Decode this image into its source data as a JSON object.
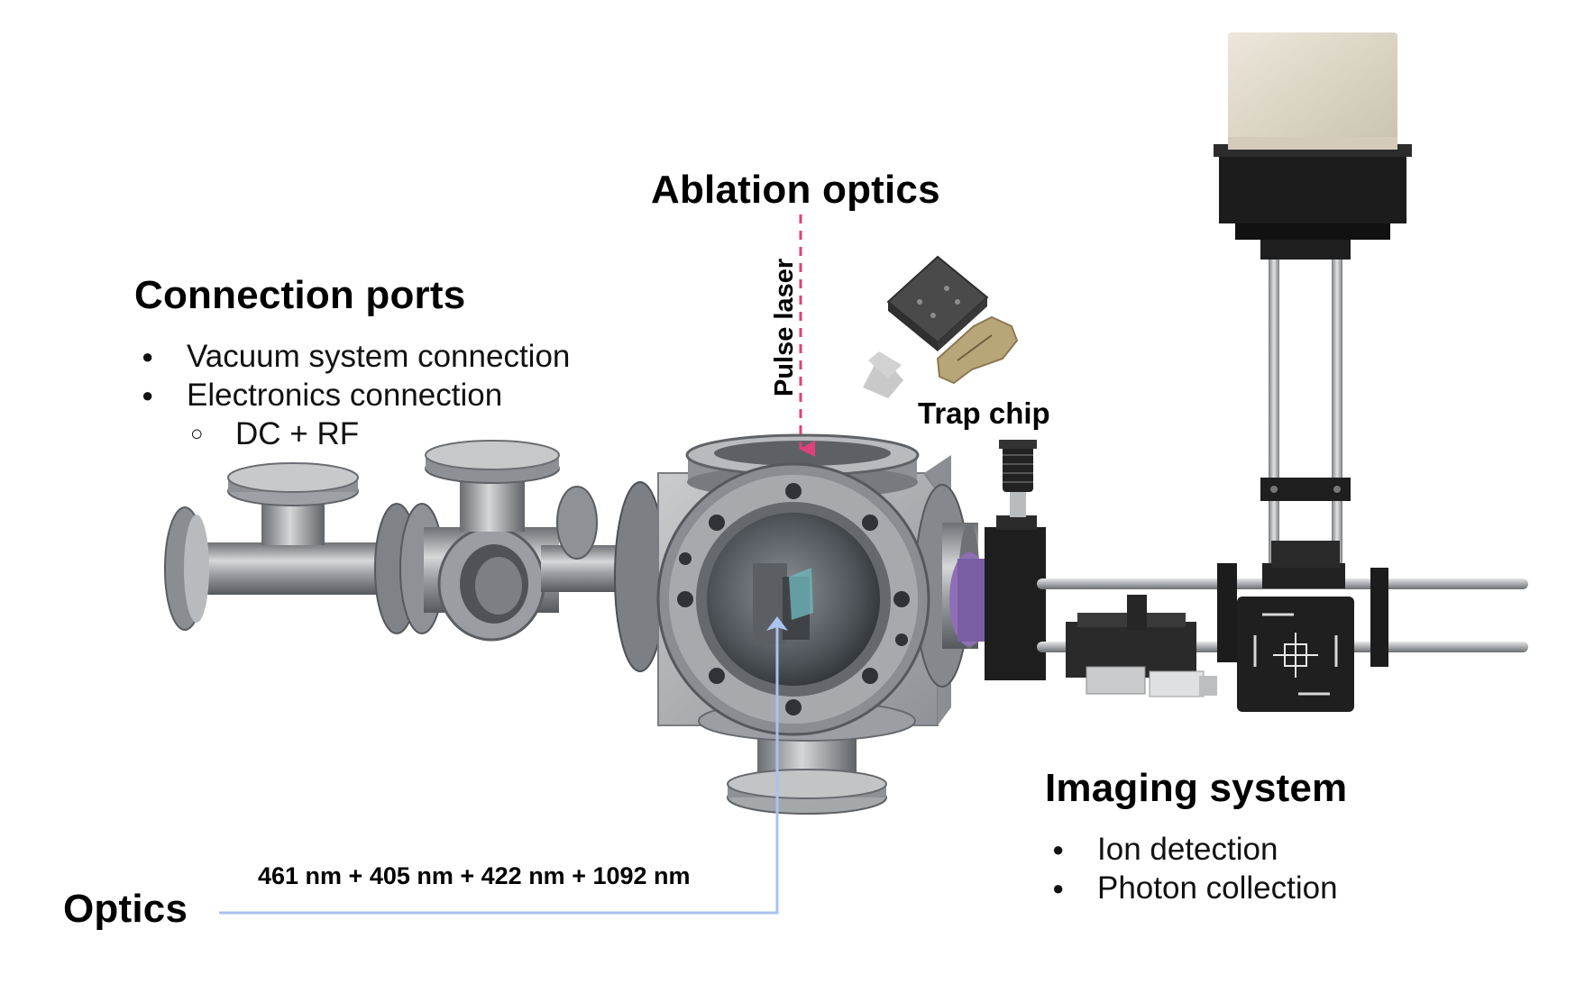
{
  "colors": {
    "pulse_laser_line": "#e0407a",
    "optics_line": "#a9c3ee",
    "chamber_steel": "#a4a7ab",
    "chamber_dark": "#4d5054",
    "camera_body": "#1c1c1c",
    "camera_top": "#ddd7c8",
    "chip_plate": "#4a4a4a",
    "chip_gold": "#b9a678",
    "viewport_purple": "#8e6fb6"
  },
  "labels": {
    "ablation_optics": "Ablation optics",
    "pulse_laser": "Pulse laser",
    "trap_chip": "Trap chip",
    "optics": "Optics",
    "wavelengths": "461 nm + 405 nm + 422 nm + 1092 nm"
  },
  "connection_ports": {
    "title": "Connection ports",
    "items": [
      "Vacuum system connection",
      "Electronics connection"
    ],
    "sub_items": [
      "DC + RF"
    ]
  },
  "imaging_system": {
    "title": "Imaging system",
    "items": [
      "Ion detection",
      "Photon collection"
    ]
  },
  "icons": [
    "vacuum-chamber-icon",
    "trap-chip-icon",
    "imaging-camera-icon",
    "translation-stage-icon"
  ]
}
